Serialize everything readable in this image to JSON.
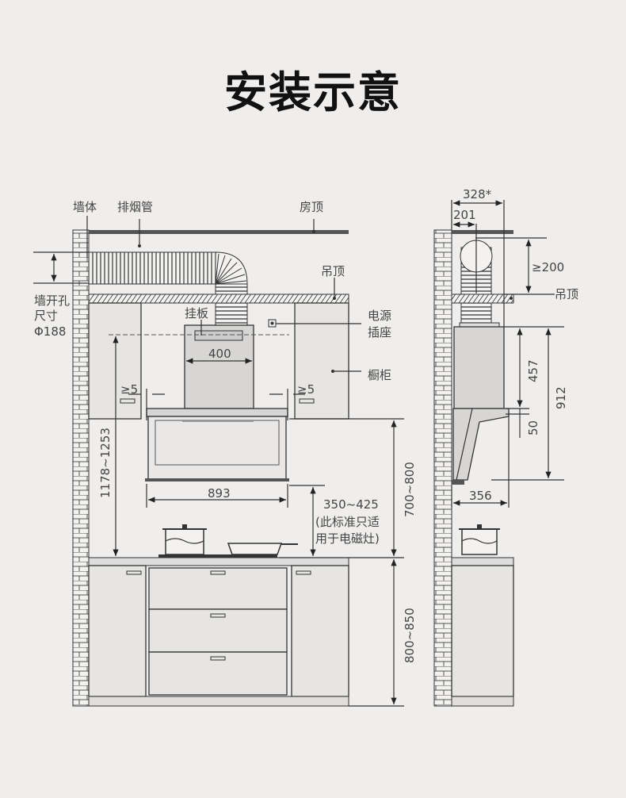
{
  "title": "安装示意",
  "front_view": {
    "labels": {
      "wall": "墙体",
      "exhaust_pipe": "排烟管",
      "roof": "房顶",
      "suspended_ceiling": "吊顶",
      "wall_hole_line1": "墙开孔",
      "wall_hole_line2": "尺寸",
      "wall_hole_diameter": "Φ188",
      "mounting_plate": "挂板",
      "power_socket_line1": "电源",
      "power_socket_line2": "插座",
      "cabinet": "橱柜",
      "note_line1": "(此标准只适",
      "note_line2": "用于电磁灶)"
    },
    "dimensions": {
      "plate_width": "400",
      "gap_left": "≥5",
      "gap_right": "≥5",
      "hood_width": "893",
      "hood_to_cooktop": "350~425",
      "plate_height": "1178~1253",
      "cabinet_to_counter": "700~800",
      "counter_height": "800~850"
    }
  },
  "side_view": {
    "labels": {
      "suspended_ceiling": "吊顶"
    },
    "dimensions": {
      "total_depth": "328*",
      "duct_offset": "201",
      "ceiling_gap": "≥200",
      "upper_height": "457",
      "lip": "50",
      "total_height": "912",
      "bottom_depth": "356"
    }
  }
}
